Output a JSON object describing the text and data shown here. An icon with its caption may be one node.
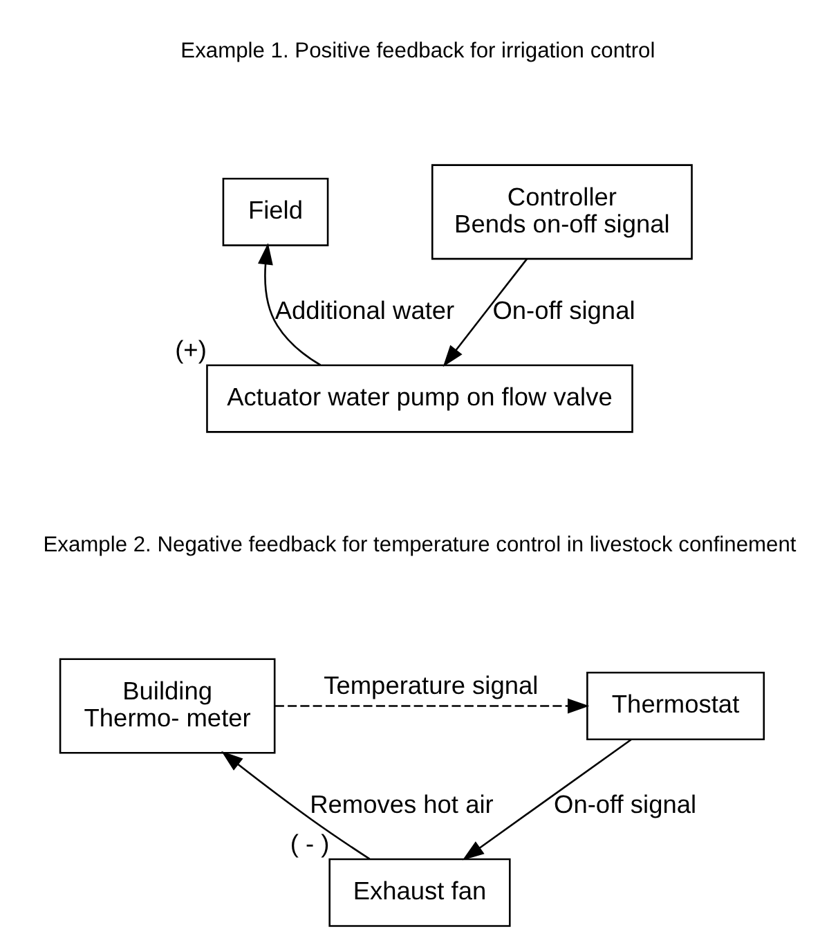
{
  "diagram": {
    "nodes": [
      {
        "text": [
          "Field"
        ]
      },
      {
        "text": [
          "Controller",
          "Bends on-off signal"
        ]
      },
      {
        "text": [
          "Actuator water pump on flow valve"
        ],
        "beside": [
          "(+)"
        ]
      },
      {
        "text": [
          "Building",
          "Thermo- meter"
        ]
      },
      {
        "text": [
          "Thermostat"
        ]
      },
      {
        "text": [
          "Exhaust fan"
        ],
        "beside": [
          "( - )"
        ]
      }
    ],
    "edges": [
      {
        "from": 1,
        "to": 2,
        "arrow": "to",
        "label": "On-off signal"
      },
      {
        "from": 2,
        "to": 0,
        "arrow": "to",
        "label": "Additional water"
      },
      {
        "from": 3,
        "to": 4,
        "arrow": "to",
        "label": "Temperature signal",
        "style": "dashed"
      },
      {
        "from": 4,
        "to": 5,
        "arrow": "to",
        "label": "On-off signal"
      },
      {
        "from": 5,
        "to": 3,
        "arrow": "to",
        "label": "Removes hot air"
      }
    ],
    "labels": [
      "Example 1. Positive feedback for irrigation control",
      "Example 2. Negative feedback for temperature control in livestock confinement"
    ]
  }
}
